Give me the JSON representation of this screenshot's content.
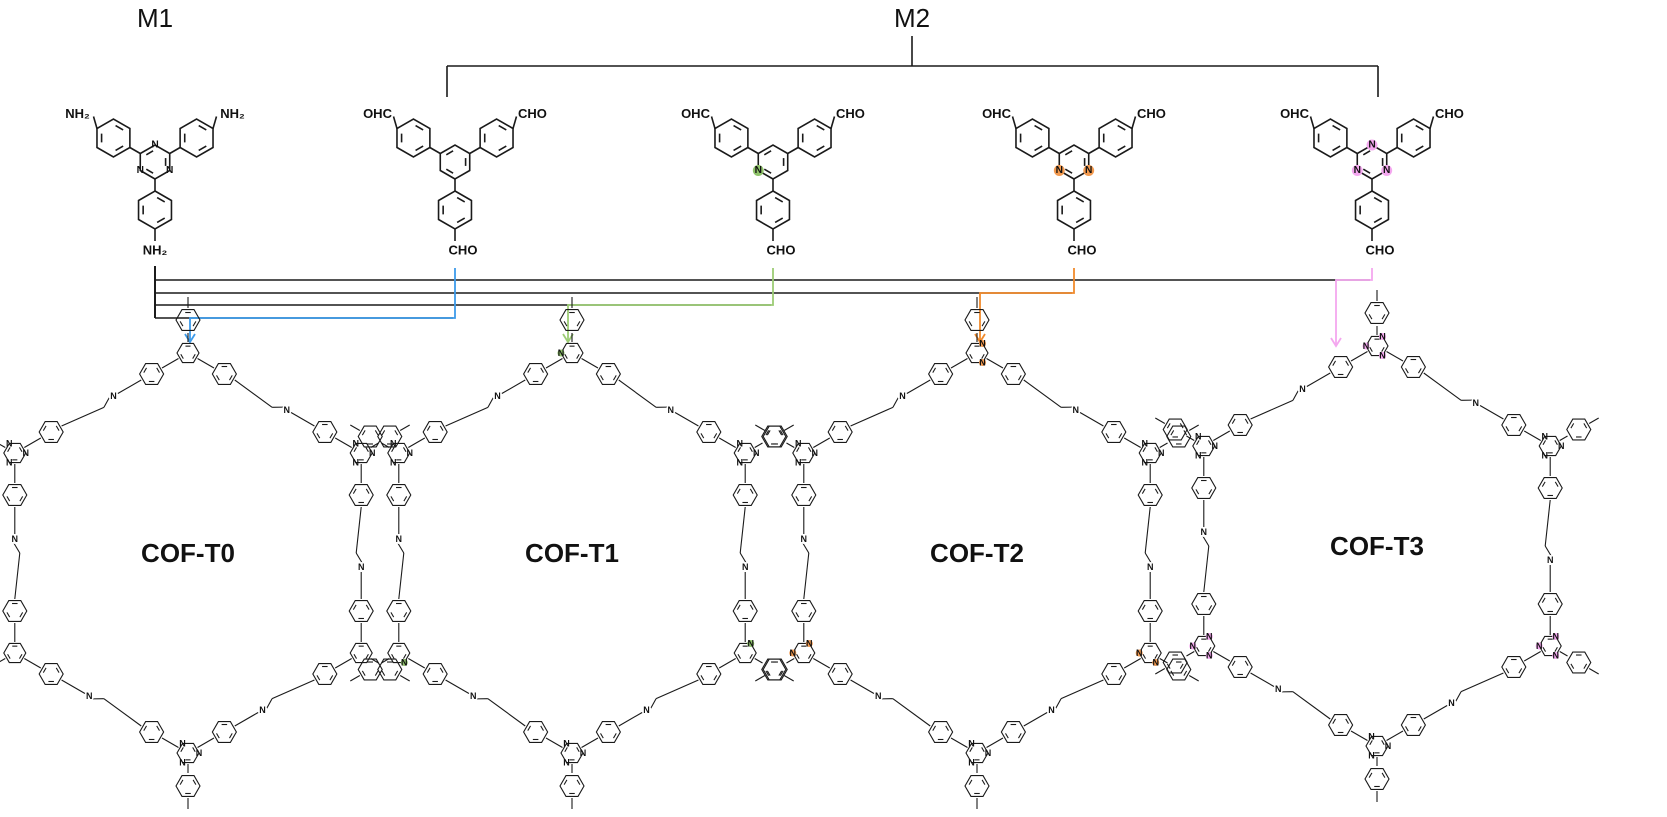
{
  "monomer_groups": {
    "m1_label": "M1",
    "m2_label": "M2"
  },
  "monomers": [
    {
      "id": "m1",
      "core": "triazine",
      "terminal": "NH2",
      "color": "#ffffff"
    },
    {
      "id": "m2a",
      "core": "benzene",
      "terminal": "CHO",
      "color": "#3d86e0"
    },
    {
      "id": "m2b",
      "core": "pyridine",
      "terminal": "CHO",
      "color": "#8fc36a"
    },
    {
      "id": "m2c",
      "core": "pyrimidine",
      "terminal": "CHO",
      "color": "#f39a4f"
    },
    {
      "id": "m2d",
      "core": "triazine",
      "terminal": "CHO",
      "color": "#f4a7ef"
    }
  ],
  "atom_labels": {
    "nh2": "NH₂",
    "cho_right": "CHO",
    "cho_left": "OHC",
    "cho_bottom": "CHO",
    "nitrogen": "N"
  },
  "connector_colors": {
    "m1": "#000000",
    "cof_t0": "#3d9bea",
    "cof_t1": "#9ccc75",
    "cof_t2": "#f08a2c",
    "cof_t3": "#f4a7ef"
  },
  "frameworks": [
    {
      "label": "COF-T0",
      "core": "benzene",
      "color": "#3d86e0"
    },
    {
      "label": "COF-T1",
      "core": "pyridine",
      "color": "#8fc36a"
    },
    {
      "label": "COF-T2",
      "core": "pyrimidine",
      "color": "#f39a4f"
    },
    {
      "label": "COF-T3",
      "core": "triazine",
      "color": "#f4a7ef"
    }
  ]
}
